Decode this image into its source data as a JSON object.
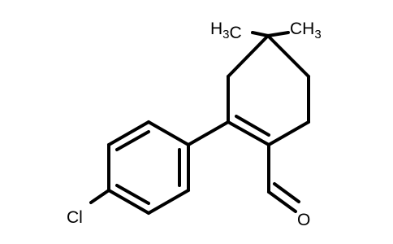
{
  "molecule": {
    "atoms": {
      "methyl_left": "H3C",
      "methyl_right": "CH3",
      "chlorine": "Cl",
      "oxygen": "O"
    },
    "colors": {
      "bond": "#000000",
      "label": "#000000",
      "background": "#ffffff"
    }
  }
}
